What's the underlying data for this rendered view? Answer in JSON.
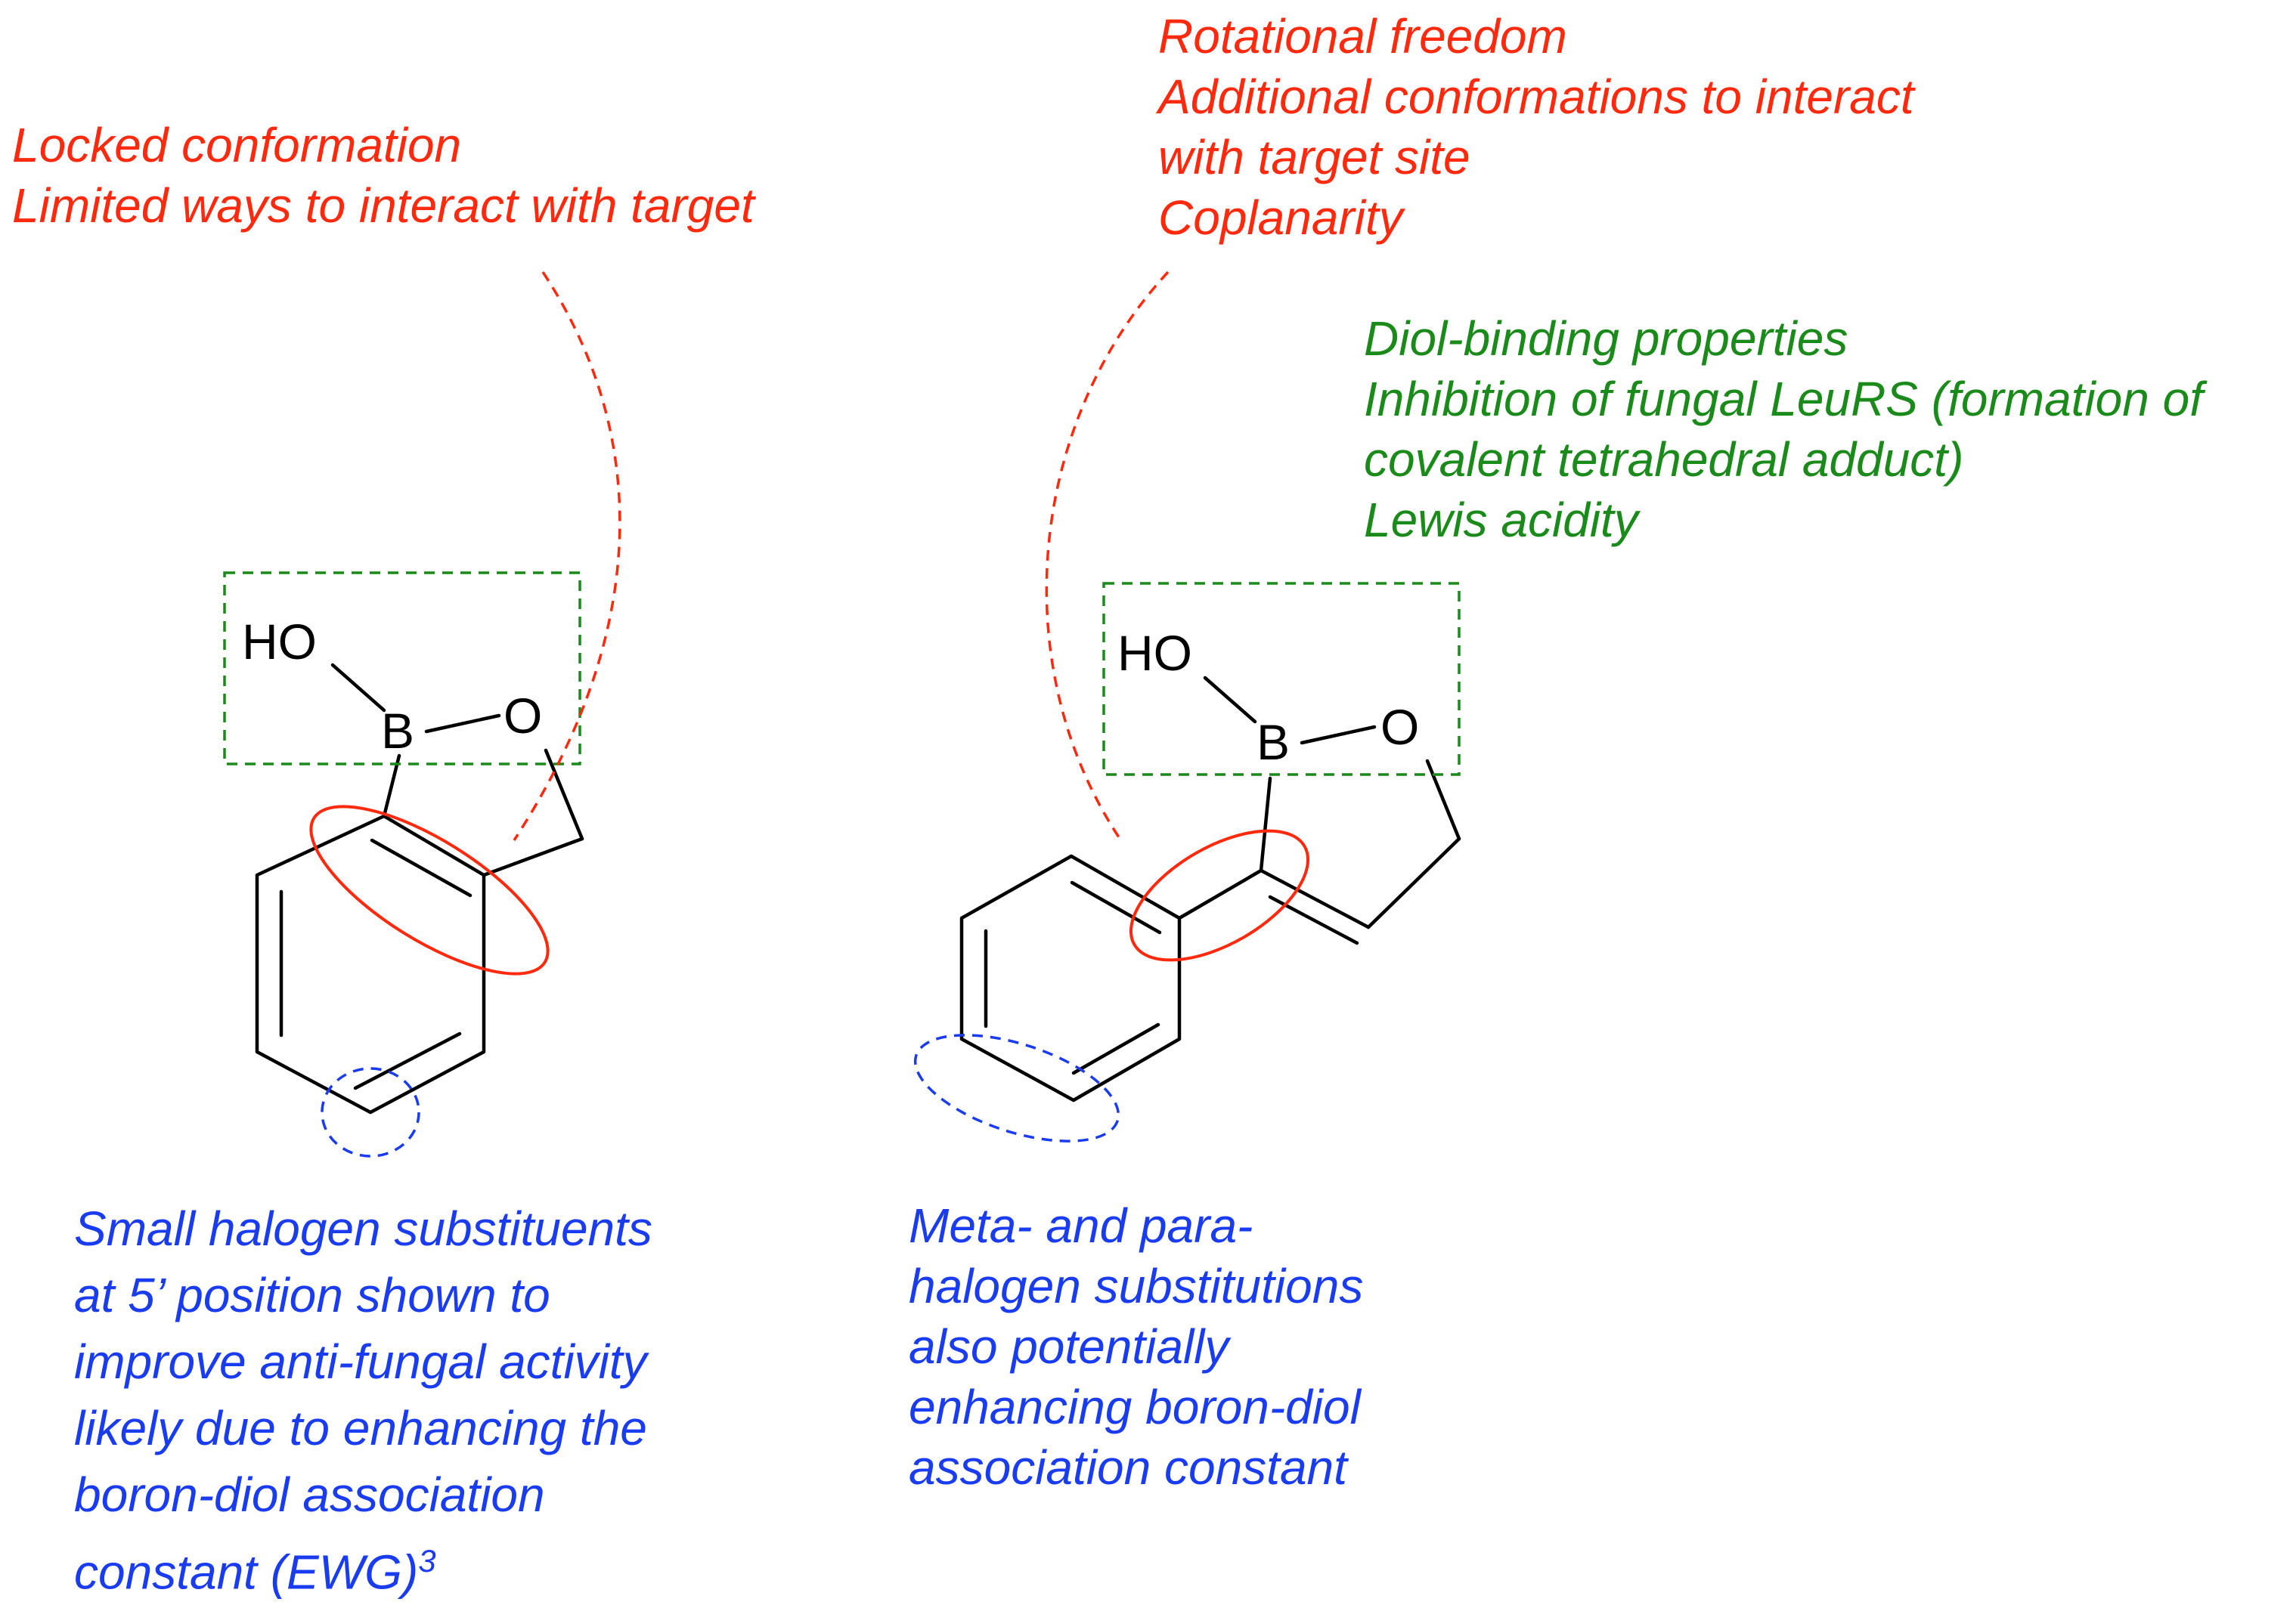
{
  "left_molecule": {
    "atoms": {
      "ho": "HO",
      "b": "B",
      "o": "O"
    },
    "annotation_top": [
      "Locked conformation",
      "Limited ways to interact with target"
    ],
    "annotation_bottom": [
      "Small halogen substituents",
      "at 5’ position shown to",
      "improve anti-fungal activity",
      "likely due to enhancing the",
      "boron-diol association",
      "constant (EWG)"
    ],
    "annotation_bottom_superscript": "3"
  },
  "right_molecule": {
    "atoms": {
      "ho": "HO",
      "b": "B",
      "o": "O"
    },
    "annotation_top": [
      "Rotational freedom",
      "Additional conformations to interact",
      "with target site",
      "Coplanarity"
    ],
    "annotation_green": [
      "Diol-binding properties",
      "Inhibition of fungal LeuRS (formation of",
      "covalent tetrahedral adduct)",
      "Lewis acidity"
    ],
    "annotation_bottom": [
      "Meta- and para-",
      "halogen substitutions",
      "also potentially",
      "enhancing boron-diol",
      "association constant"
    ]
  },
  "colors": {
    "red": "#ff2a0d",
    "green": "#1a8a1a",
    "blue": "#1a3cf0",
    "black": "#000000"
  }
}
